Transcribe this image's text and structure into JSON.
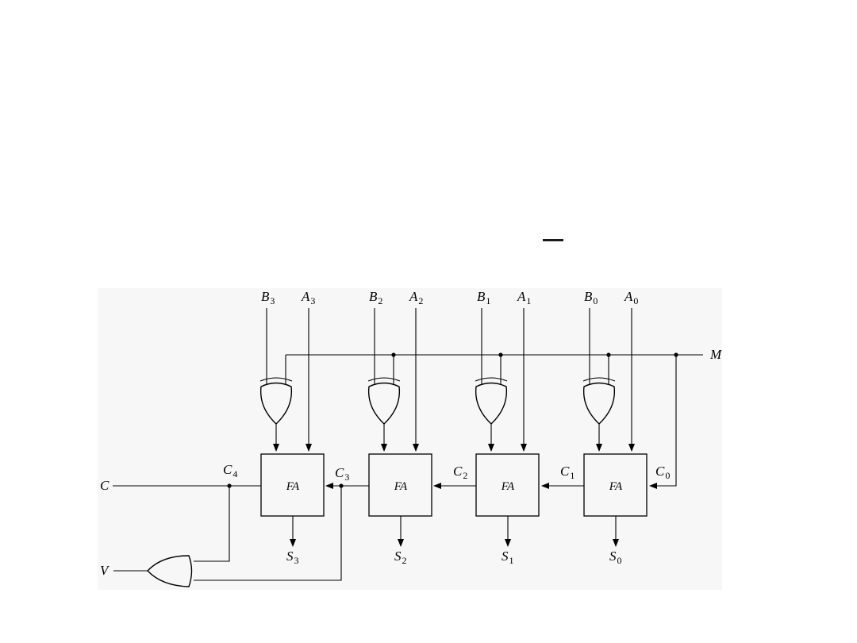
{
  "slide": {
    "title_mark": "—"
  },
  "diagram": {
    "stages": [
      {
        "b": "B",
        "b_sub": "3",
        "a": "A",
        "a_sub": "3",
        "fa": "FA",
        "s": "S",
        "s_sub": "3",
        "cin": "C",
        "cin_sub": "3"
      },
      {
        "b": "B",
        "b_sub": "2",
        "a": "A",
        "a_sub": "2",
        "fa": "FA",
        "s": "S",
        "s_sub": "2",
        "cin": "C",
        "cin_sub": "2"
      },
      {
        "b": "B",
        "b_sub": "1",
        "a": "A",
        "a_sub": "1",
        "fa": "FA",
        "s": "S",
        "s_sub": "1",
        "cin": "C",
        "cin_sub": "1"
      },
      {
        "b": "B",
        "b_sub": "0",
        "a": "A",
        "a_sub": "0",
        "fa": "FA",
        "s": "S",
        "s_sub": "0",
        "cin": "C",
        "cin_sub": "0"
      }
    ],
    "mode_label": "M",
    "carry_out": {
      "main": "C",
      "sub": "4"
    },
    "carry_output_label": "C",
    "overflow_label": "V"
  }
}
